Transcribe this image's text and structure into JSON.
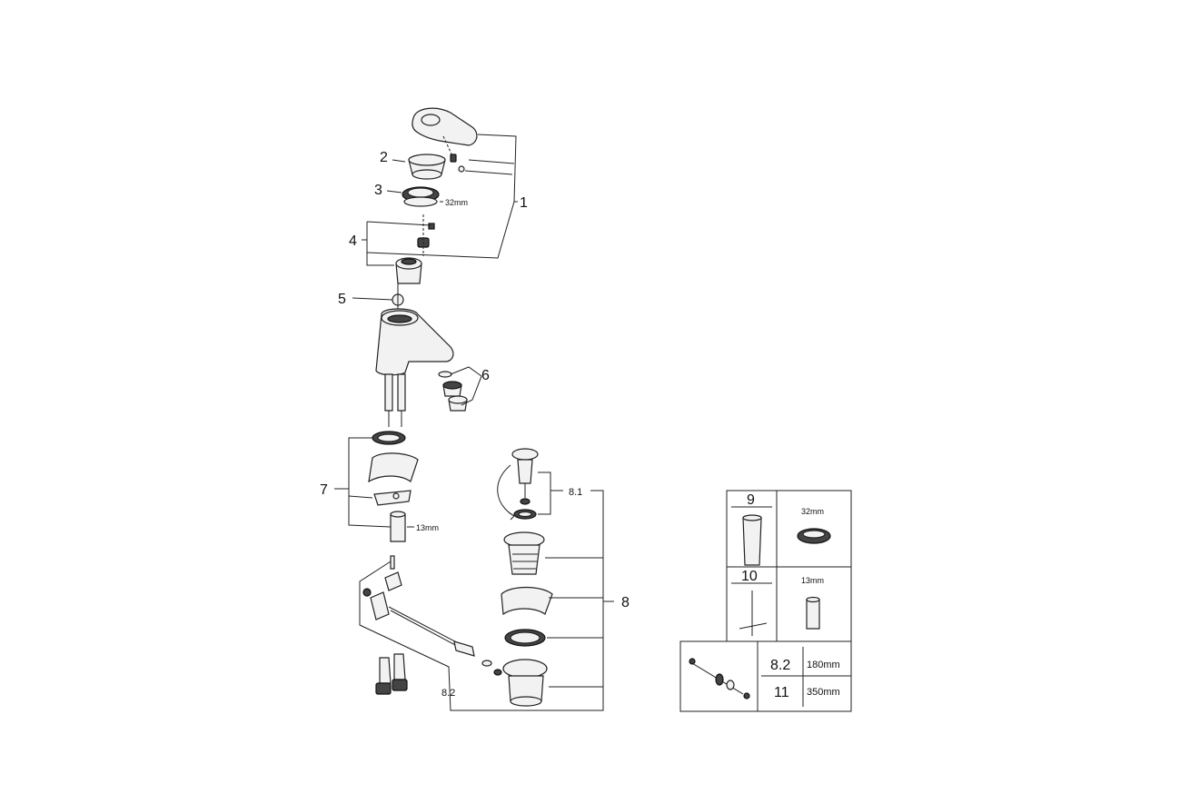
{
  "callouts": {
    "c1": "1",
    "c2": "2",
    "c3": "3",
    "c4": "4",
    "c5": "5",
    "c6": "6",
    "c7": "7",
    "c8": "8",
    "c81": "8.1",
    "c82": "8.2"
  },
  "dimensions": {
    "d32": "32mm",
    "d13": "13mm"
  },
  "accessory_table_1": {
    "row_9": {
      "number": "9",
      "dimension": "32mm"
    },
    "row_10": {
      "number": "10",
      "dimension": "13mm"
    }
  },
  "accessory_table_2": {
    "row_82": {
      "number": "8.2",
      "length": "180mm"
    },
    "row_11": {
      "number": "11",
      "length": "350mm"
    }
  }
}
